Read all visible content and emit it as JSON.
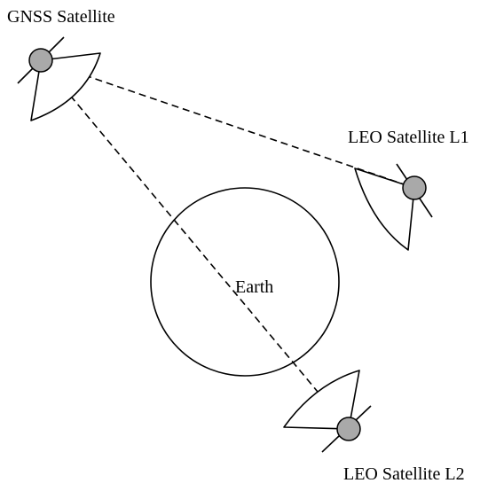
{
  "labels": {
    "gnss": "GNSS Satellite",
    "leo1": "LEO Satellite L1",
    "leo2": "LEO Satellite L2",
    "earth": "Earth"
  },
  "colors": {
    "satellite_body": "#a9a9a9",
    "stroke": "#000000",
    "background": "#ffffff"
  },
  "links": [
    {
      "from": "GNSS Satellite",
      "to": "LEO Satellite L1",
      "style": "dashed"
    },
    {
      "from": "GNSS Satellite",
      "to": "LEO Satellite L2",
      "style": "dashed"
    }
  ]
}
